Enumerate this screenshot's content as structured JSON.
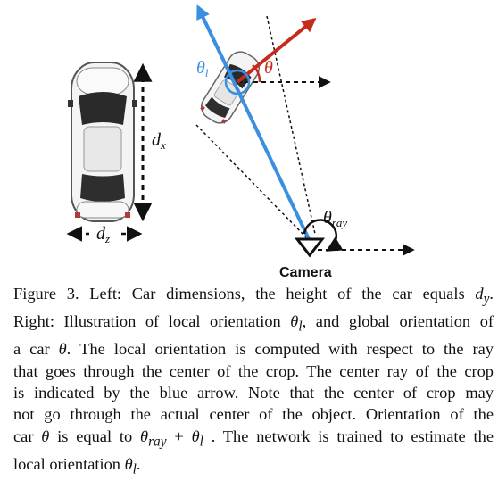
{
  "figure": {
    "label_dx": "d",
    "label_dx_sub": "x",
    "label_dz": "d",
    "label_dz_sub": "z",
    "label_theta_l": "θ",
    "label_theta_l_sub": "l",
    "label_theta": "θ",
    "label_theta_ray": "θ",
    "label_theta_ray_sub": "ray",
    "camera_label": "Camera",
    "colors": {
      "blue_arrow": "#3a8fe0",
      "red_arrow": "#c62a1a",
      "dashed": "#111111"
    }
  },
  "caption": {
    "l1_a": "Figure 3. Left: Car dimensions, the height of the car equals ",
    "l1_m": "d",
    "l1_sub": "y",
    "l1_b": ".",
    "l2_a": "Right: Illustration of local orientation ",
    "l2_m": "θ",
    "l2_sub": "l",
    "l2_b": ", and global orientation of",
    "l3_a": "a car ",
    "l3_m": "θ",
    "l3_b": ". The local orientation is computed with respect to the ray",
    "l4": "that goes through the center of the crop. The center ray of the crop",
    "l5": "is indicated by the blue arrow. Note that the center of crop may",
    "l6": "not go through the actual center of the object. Orientation of the",
    "l7_a": "car ",
    "l7_m1": "θ",
    "l7_b": " is equal to ",
    "l7_m2": "θ",
    "l7_sub2": "ray",
    "l7_c": " + ",
    "l7_m3": "θ",
    "l7_sub3": "l",
    "l7_d": " . The network is trained to estimate the",
    "l8_a": "local orientation ",
    "l8_m": "θ",
    "l8_sub": "l",
    "l8_b": "."
  }
}
